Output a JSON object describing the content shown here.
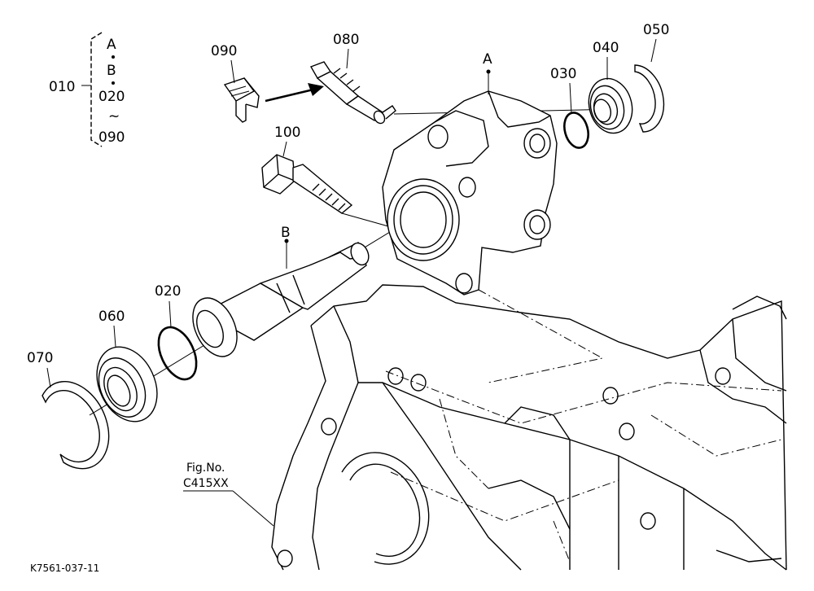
{
  "diagram": {
    "callouts": {
      "c010": "010",
      "c020": "020",
      "c030": "030",
      "c040": "040",
      "c050": "050",
      "c060": "060",
      "c070": "070",
      "c080": "080",
      "c090": "090",
      "c100": "100"
    },
    "group_bracket": {
      "line1": "A",
      "line2": "B",
      "line3": "020",
      "line4": "~",
      "line5": "090"
    },
    "refs": {
      "a": "A",
      "b": "B"
    },
    "figure_ref": {
      "line1": "Fig.No.",
      "line2": "C415XX"
    },
    "drawing_code": "K7561-037-11"
  }
}
